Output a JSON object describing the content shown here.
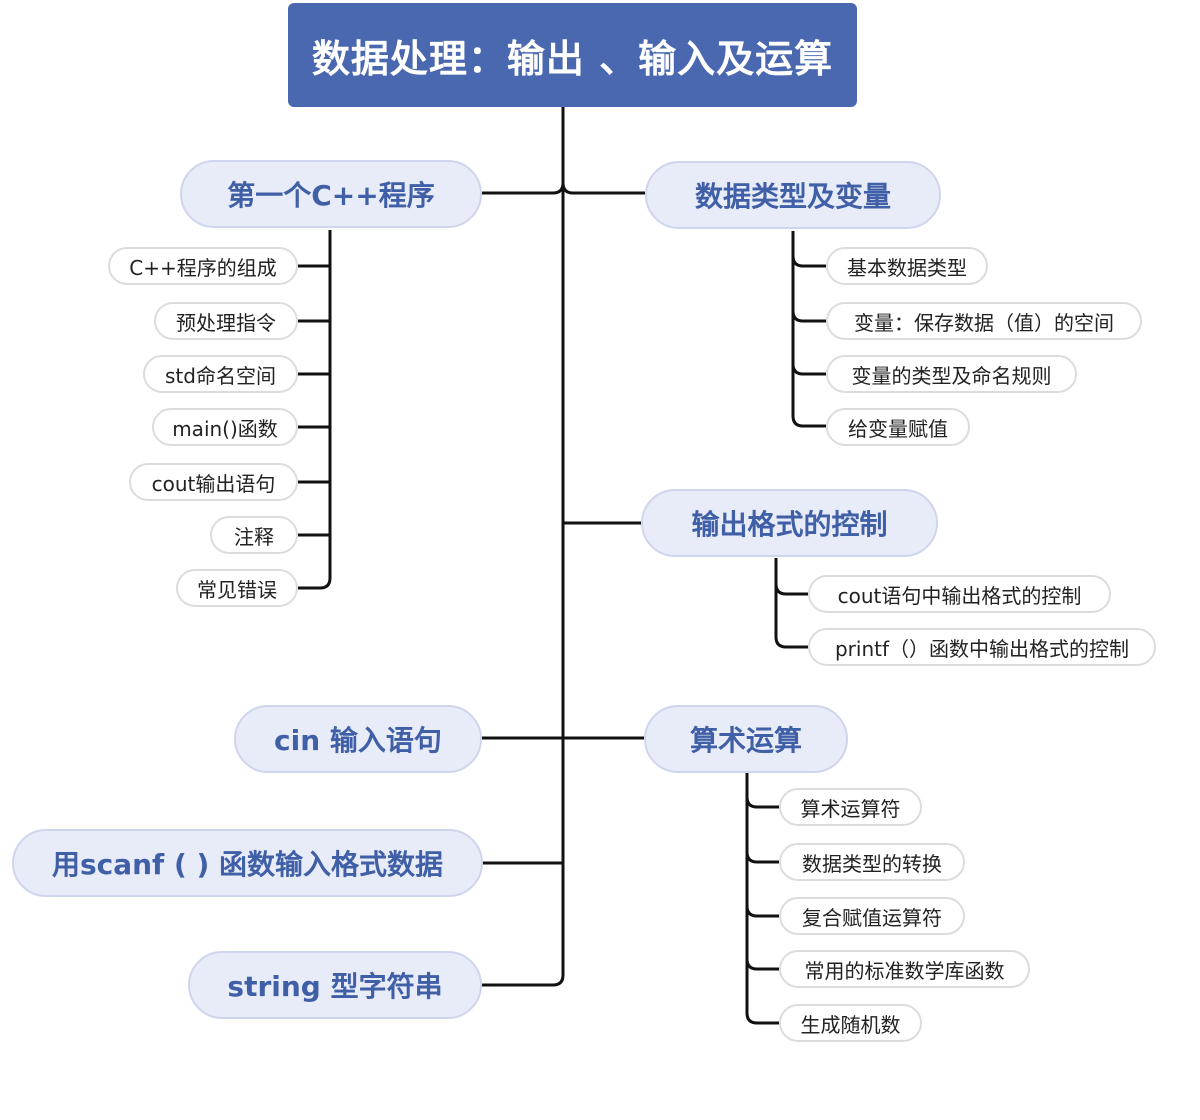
{
  "title": "数据处理：输出 、输入及运算",
  "colors": {
    "root_bg": "#4a68b0",
    "topic_bg": "#e8ebf8",
    "topic_text": "#3f5fa6",
    "line": "#111111"
  },
  "topics": {
    "first_program": {
      "label": "第一个C++程序",
      "items": [
        "C++程序的组成",
        "预处理指令",
        "std命名空间",
        "main()函数",
        "cout输出语句",
        "注释",
        "常见错误"
      ]
    },
    "data_types": {
      "label": "数据类型及变量",
      "items": [
        "基本数据类型",
        "变量：保存数据（值）的空间",
        "变量的类型及命名规则",
        "给变量赋值"
      ]
    },
    "output_format": {
      "label": "输出格式的控制",
      "items": [
        "cout语句中输出格式的控制",
        "printf（）函数中输出格式的控制"
      ]
    },
    "cin_input": {
      "label": "cin  输入语句"
    },
    "arithmetic": {
      "label": "算术运算",
      "items": [
        "算术运算符",
        "数据类型的转换",
        "复合赋值运算符",
        "常用的标准数学库函数",
        "生成随机数"
      ]
    },
    "scanf_input": {
      "label": "用scanf ( ) 函数输入格式数据"
    },
    "string_type": {
      "label": "string 型字符串"
    }
  }
}
